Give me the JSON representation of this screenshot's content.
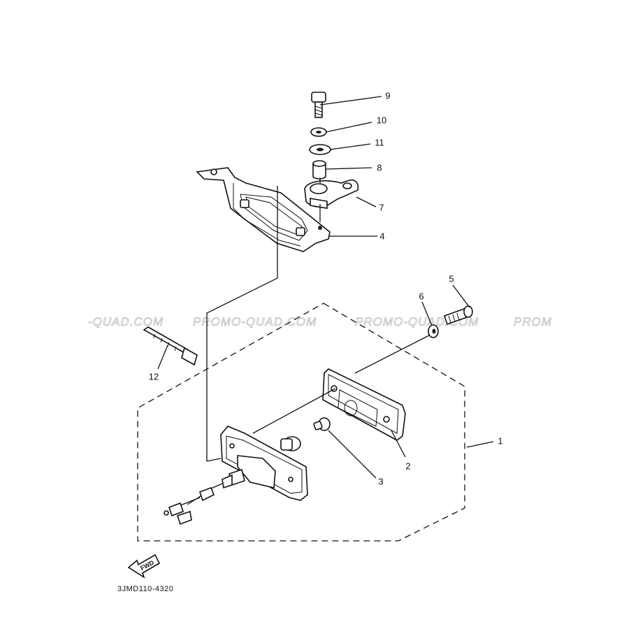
{
  "watermarks": [
    "-QUAD.COM",
    "PROMO-QUAD.COM",
    "PROMO-QUAD.COM",
    "PROM"
  ],
  "diagram_code": "3JMD110-4320",
  "fwd_label": "FWD",
  "part_labels": {
    "p1": "1",
    "p2": "2",
    "p3": "3",
    "p4": "4",
    "p5": "5",
    "p6": "6",
    "p7": "7",
    "p8": "8",
    "p9": "9",
    "p10": "10",
    "p11": "11",
    "p12": "12"
  }
}
